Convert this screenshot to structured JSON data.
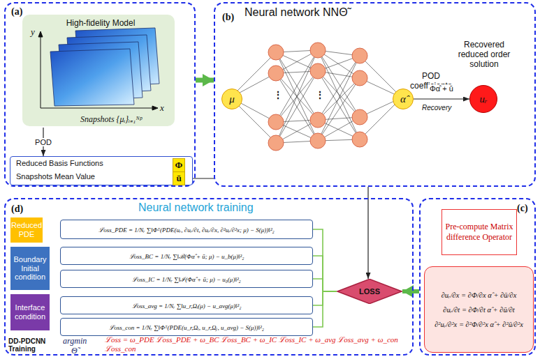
{
  "diagram": {
    "nodes": [
      {
        "text": [
          "(a)"
        ]
      },
      {
        "text": [
          "High-fidelity Model",
          "Snapshots {μᵢ}ᵢ₌₁ᴺᵖ"
        ],
        "in": 0
      },
      {
        "text": [
          "Reduced Basis Functions",
          "Snapshots Mean Value"
        ],
        "in": 0
      },
      {
        "text": [
          "Φ"
        ],
        "in": 2
      },
      {
        "text": [
          "ū"
        ],
        "in": 2
      },
      {
        "text": [
          "(b)",
          "Neural network NNΘ̃"
        ]
      },
      {
        "text": [
          "μ"
        ],
        "in": 5
      },
      {
        "text": [
          "POD coefficients",
          "α̂"
        ],
        "in": 5
      },
      {
        "text": [
          "Recovered reduced order solution",
          "uᵣ"
        ],
        "in": 5
      },
      {
        "text": [
          "(c)"
        ]
      },
      {
        "text": [
          "Pre-compute Matrix difference Operator"
        ],
        "in": 9
      },
      {
        "text": [
          "∂uᵣ/∂x = ∂Φ/∂x α̂ + ∂ū/∂x",
          "∂uᵣ/∂t = ∂Φ/∂t α̂ + ∂ū/∂t",
          "∂²uᵣ/∂²x = ∂²Φ/∂²x α̂ + ∂²ū/∂²x"
        ],
        "in": 9
      },
      {
        "text": [
          "(d)",
          "Neural network training"
        ]
      },
      {
        "text": [
          "Reduced PDE"
        ],
        "in": 12
      },
      {
        "text": [
          "ℒoss_PDE = 1/Nᵣ ∑‖Φᵀ(PDE(uᵣ, ∂uᵣ/∂t, ∂uᵣ/∂x, ∂²uᵣ/∂²x; μ) − S(μ))‖²₂"
        ],
        "in": 12
      },
      {
        "text": [
          "Boundary Initial condition"
        ],
        "in": 12
      },
      {
        "text": [
          "ℒoss_BC = 1/Nᵣ ∑‖ℬ(Φα̂ + ū; μ) − u_b(μ)‖²₂"
        ],
        "in": 12
      },
      {
        "text": [
          "ℒoss_IC = 1/Nᵣ ∑‖ℐ(Φα̂ + ū; μ) − u₀(μ)‖²₂"
        ],
        "in": 12
      },
      {
        "text": [
          "Interface condition"
        ],
        "in": 12
      },
      {
        "text": [
          "ℒoss_avg = 1/Nᵣ ∑‖u_r,Ωᵢ(μ) − u_avg(μ)‖²₂"
        ],
        "in": 12
      },
      {
        "text": [
          "ℒoss_con = 1/Nᵣ ∑‖Φᵀ(PDE(u_r,Ωᵢ, u_r,Ωⱼ, u_avg) − S(μ))‖²₂"
        ],
        "in": 12
      },
      {
        "text": [
          "LOSS"
        ],
        "in": 12
      }
    ],
    "edges": [
      {
        "from": 1,
        "to": 2,
        "label": "POD",
        "arrow": "to"
      },
      {
        "from": 0,
        "to": 5,
        "arrow": "to"
      },
      {
        "from": 4,
        "to": 5,
        "arrow": "none"
      },
      {
        "from": 7,
        "to": 8,
        "label": "Φα̂ + ū",
        "arrow": "to"
      },
      {
        "from": 5,
        "to": 21,
        "arrow": "to"
      },
      {
        "from": 9,
        "to": 21,
        "arrow": "to"
      },
      {
        "from": 14,
        "to": 21,
        "arrow": "none"
      },
      {
        "from": 16,
        "to": 21,
        "arrow": "none"
      },
      {
        "from": 17,
        "to": 21,
        "arrow": "none"
      },
      {
        "from": 19,
        "to": 21,
        "arrow": "none"
      },
      {
        "from": 20,
        "to": 21,
        "arrow": "none"
      }
    ],
    "labels": [
      "y",
      "x",
      "⋮",
      "⋮",
      "Recovery",
      "DD-PDCNN Training",
      "argmin",
      "Θ̃",
      "ℒoss = ω_PDE ℒoss_PDE + ω_BC ℒoss_BC + ω_IC ℒoss_IC + ω_avg ℒoss_avg + ω_con ℒoss_con"
    ]
  }
}
